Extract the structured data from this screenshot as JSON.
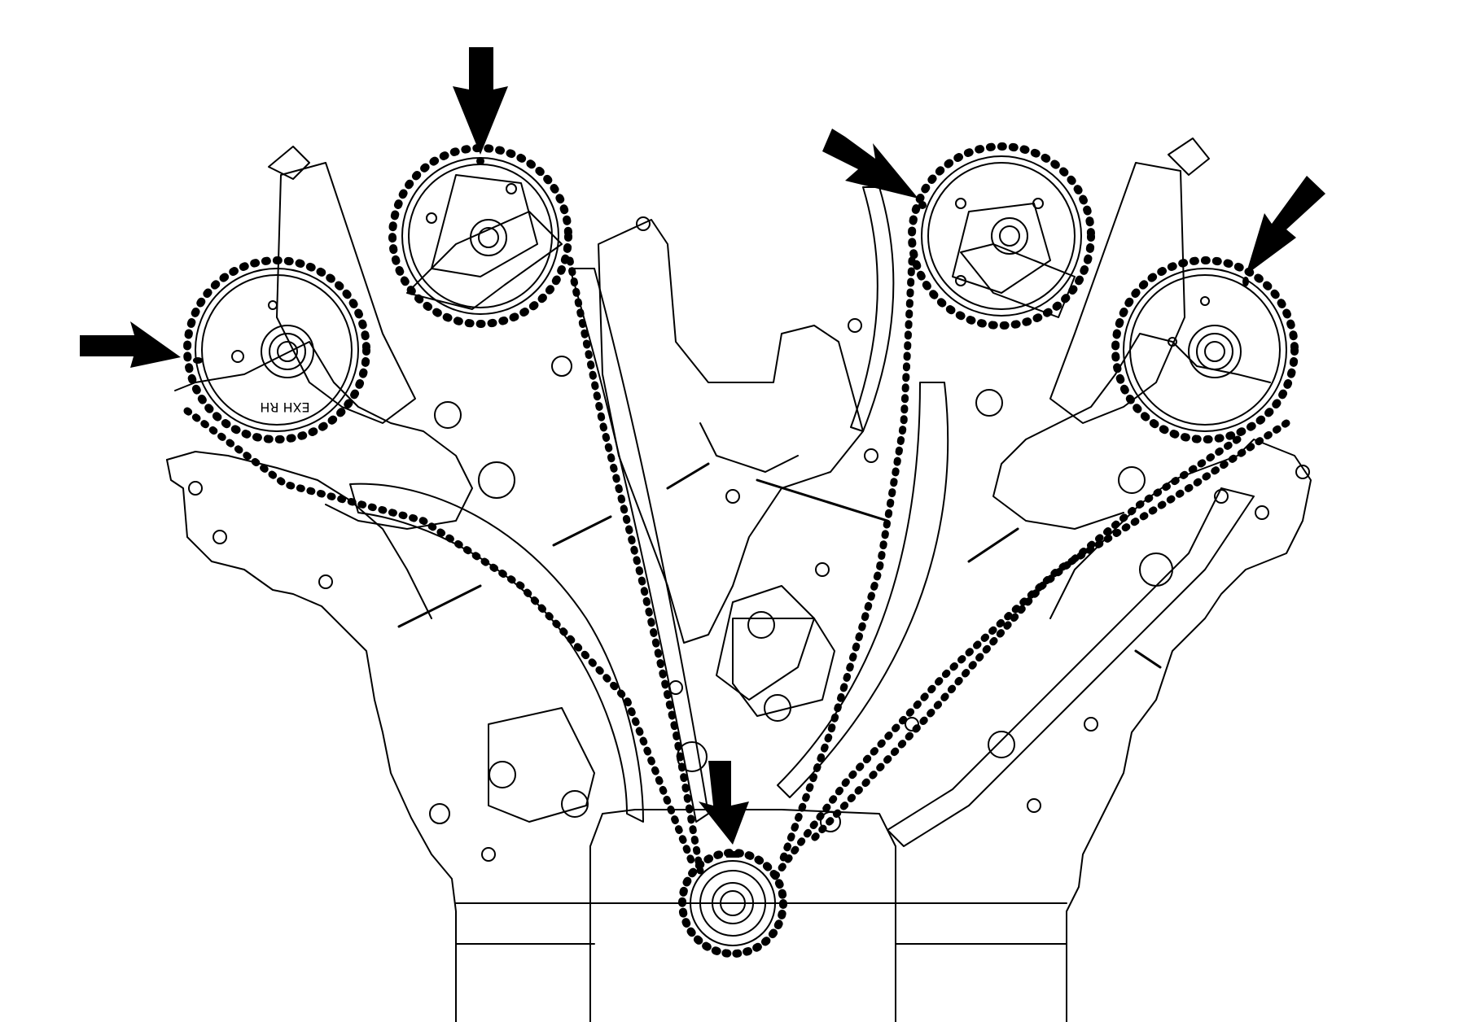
{
  "diagram": {
    "background": "#ffffff",
    "line_color": "#000000",
    "sprocket_stamp": "EXH RH"
  },
  "arrows": [
    {
      "name": "arrow-left-exhaust-mark"
    },
    {
      "name": "arrow-left-intake-mark"
    },
    {
      "name": "arrow-right-intake-mark"
    },
    {
      "name": "arrow-right-exhaust-mark"
    },
    {
      "name": "arrow-crankshaft-mark"
    }
  ]
}
